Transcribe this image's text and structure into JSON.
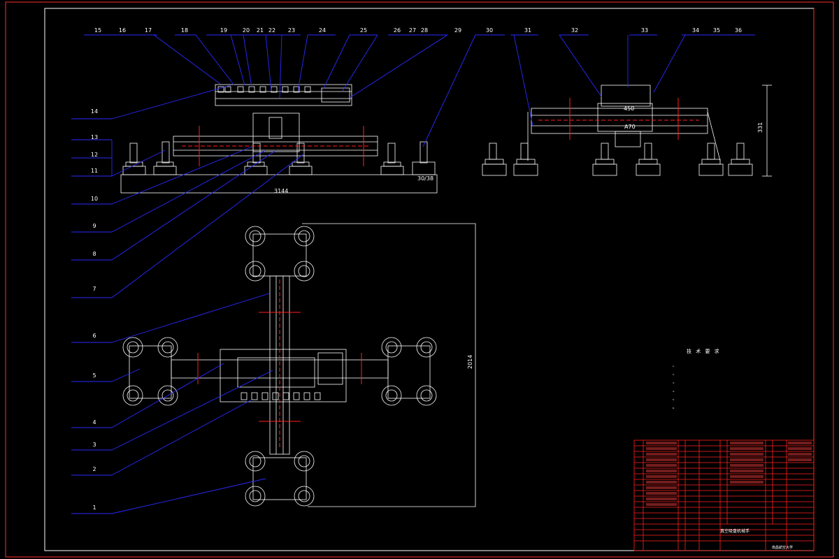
{
  "drawing": {
    "bg_color": "#000000",
    "line_color": "#ffffff",
    "leader_color": "#1a1aff",
    "centerline_color": "#ff2020",
    "title_block_color": "#ff2020"
  },
  "balloons_top": [
    "15",
    "16",
    "17",
    "18",
    "19",
    "20",
    "21",
    "22",
    "23",
    "24",
    "25",
    "26",
    "27",
    "28",
    "29",
    "30",
    "31",
    "32",
    "33",
    "34",
    "35",
    "36"
  ],
  "balloons_left": [
    "14",
    "13",
    "12",
    "11",
    "10",
    "9",
    "8",
    "7",
    "6",
    "5",
    "4",
    "3",
    "2",
    "1"
  ],
  "dimensions": {
    "front_width": "3144",
    "front_detail": "30/38",
    "side_height": "331",
    "plan_height": "2014",
    "side_a": "450",
    "side_b": "A70"
  },
  "tech_requirements": {
    "title": "技 术 要 求",
    "lines": [
      "1.",
      "2.",
      "3.",
      "4.",
      "5.",
      "6."
    ]
  },
  "title_block": {
    "drawing_name": "真空吸盘机械手",
    "school": "南昌航空大学"
  }
}
